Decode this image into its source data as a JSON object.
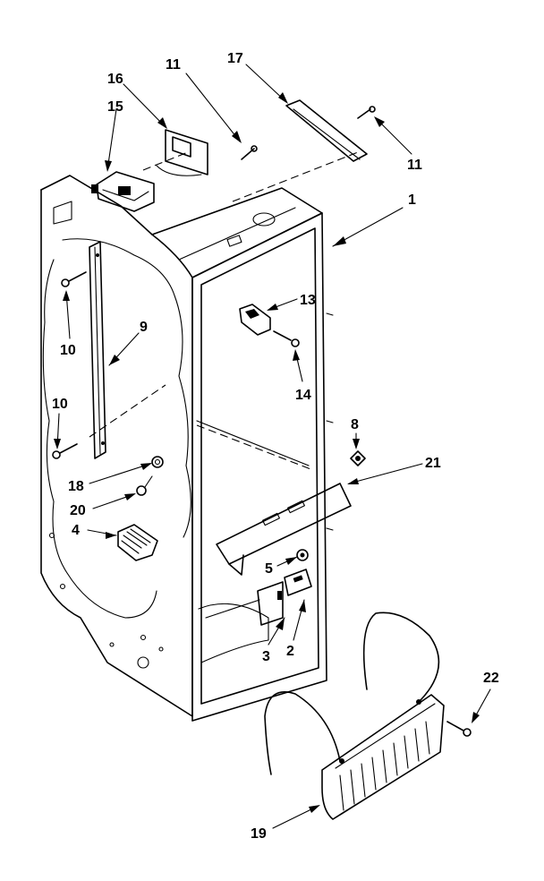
{
  "callouts": [
    {
      "id": "c1",
      "label": "1"
    },
    {
      "id": "c2",
      "label": "2"
    },
    {
      "id": "c3",
      "label": "3"
    },
    {
      "id": "c4",
      "label": "4"
    },
    {
      "id": "c5",
      "label": "5"
    },
    {
      "id": "c8",
      "label": "8"
    },
    {
      "id": "c9",
      "label": "9"
    },
    {
      "id": "c10a",
      "label": "10"
    },
    {
      "id": "c10b",
      "label": "10"
    },
    {
      "id": "c11a",
      "label": "11"
    },
    {
      "id": "c11b",
      "label": "11"
    },
    {
      "id": "c13",
      "label": "13"
    },
    {
      "id": "c14",
      "label": "14"
    },
    {
      "id": "c15",
      "label": "15"
    },
    {
      "id": "c16",
      "label": "16"
    },
    {
      "id": "c17",
      "label": "17"
    },
    {
      "id": "c18",
      "label": "18"
    },
    {
      "id": "c19",
      "label": "19"
    },
    {
      "id": "c20",
      "label": "20"
    },
    {
      "id": "c21",
      "label": "21"
    },
    {
      "id": "c22",
      "label": "22"
    }
  ]
}
